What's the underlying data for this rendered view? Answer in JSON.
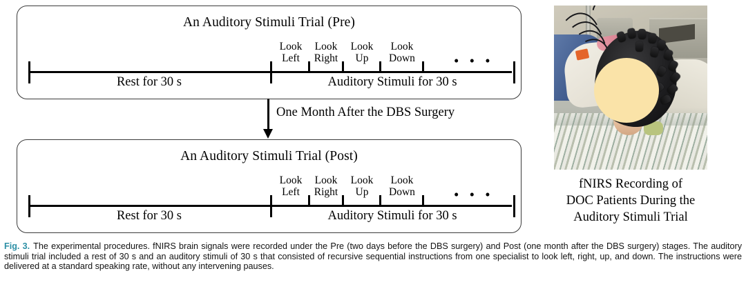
{
  "figure": {
    "panels": [
      {
        "id": "pre",
        "title": "An Auditory Stimuli Trial (Pre)",
        "rest_label": "Rest for 30 s",
        "stimuli_label": "Auditory Stimuli for 30 s",
        "instructions": [
          {
            "line1": "Look",
            "line2": "Left"
          },
          {
            "line1": "Look",
            "line2": "Right"
          },
          {
            "line1": "Look",
            "line2": "Up"
          },
          {
            "line1": "Look",
            "line2": "Down"
          }
        ],
        "ellipsis": "• • •"
      },
      {
        "id": "post",
        "title": "An Auditory Stimuli Trial (Post)",
        "rest_label": "Rest for 30 s",
        "stimuli_label": "Auditory Stimuli for 30 s",
        "instructions": [
          {
            "line1": "Look",
            "line2": "Left"
          },
          {
            "line1": "Look",
            "line2": "Right"
          },
          {
            "line1": "Look",
            "line2": "Up"
          },
          {
            "line1": "Look",
            "line2": "Down"
          }
        ],
        "ellipsis": "• • •"
      }
    ],
    "transition_label": "One Month After the DBS Surgery",
    "photo_caption": {
      "line1": "fNIRS Recording of",
      "line2": "DOC Patients During the",
      "line3": "Auditory Stimuli Trial"
    }
  },
  "caption": {
    "label": "Fig. 3.",
    "text": "The experimental procedures. fNIRS brain signals were recorded under the Pre (two days before the DBS surgery) and Post (one month after the DBS surgery) stages. The auditory stimuli trial included a rest of 30 s and an auditory stimuli of 30 s that consisted of recursive sequential instructions from one specialist to look left, right, up, and down. The instructions were delivered at a standard speaking rate, without any intervening pauses."
  },
  "colors": {
    "caption_label": "#2c8fa5",
    "panel_border": "#3a3a3a",
    "axis": "#000000",
    "face_mask": "#fae3a8"
  }
}
